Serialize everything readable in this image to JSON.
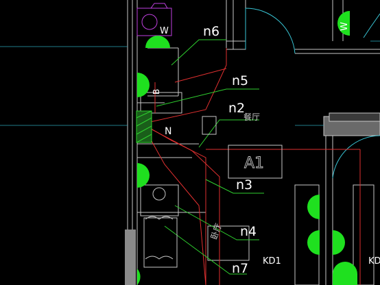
{
  "drawing": {
    "circuit_labels": [
      "n6",
      "n5",
      "n2",
      "n3",
      "n4",
      "n7"
    ],
    "room_labels": {
      "dining": "餐厅",
      "bedroom": "卧厅"
    },
    "panel_label": "N",
    "area_label": "A1",
    "outlet_labels": {
      "w_left": "W",
      "w_right": "W",
      "b": "B"
    },
    "kd_labels": [
      "KD1",
      "KD"
    ]
  },
  "colors": {
    "background": "#000000",
    "wall": "#c8c8c8",
    "wire_red": "#e03030",
    "leader_green": "#2fd12f",
    "outlet_green": "#1fe01f",
    "door_cyan": "#39c6d6",
    "appliance_magenta": "#c040e0",
    "text_white": "#ffffff"
  }
}
